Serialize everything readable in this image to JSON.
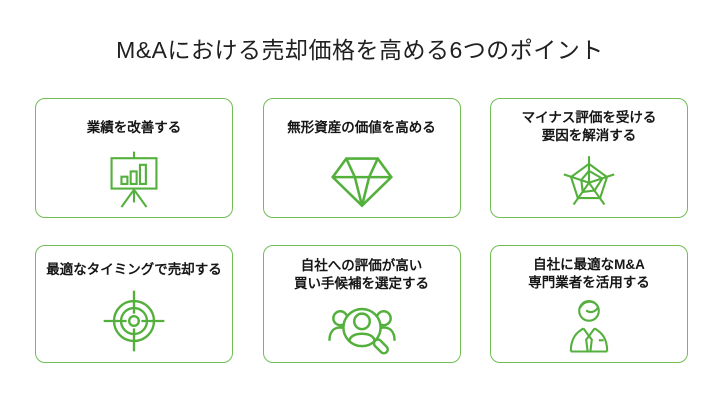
{
  "title": "M&Aにおける売却価格を高める6つのポイント",
  "colors": {
    "page_bg": "#ffffff",
    "icon_green": "#54b03c",
    "card_border": "#72bd55",
    "text_dark": "#161616",
    "title_text": "#202020"
  },
  "cards": [
    {
      "label": "業績を改善する",
      "icon": "presentation-chart-icon"
    },
    {
      "label": "無形資産の価値を高める",
      "icon": "diamond-icon"
    },
    {
      "label": "マイナス評価を受ける\n要因を解消する",
      "icon": "radar-chart-icon"
    },
    {
      "label": "最適なタイミングで売却する",
      "icon": "target-icon"
    },
    {
      "label": "自社への評価が高い\n買い手候補を選定する",
      "icon": "buyer-search-icon"
    },
    {
      "label": "自社に最適なM&A\n専門業者を活用する",
      "icon": "consultant-icon"
    }
  ]
}
